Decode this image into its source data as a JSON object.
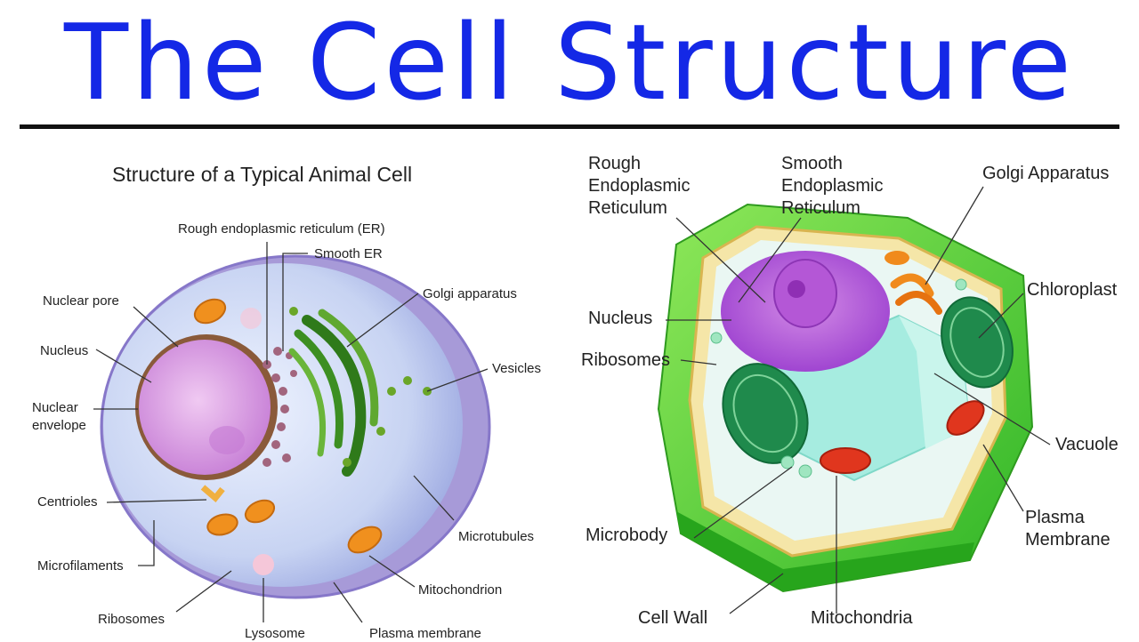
{
  "title": "The Cell Structure",
  "animal": {
    "heading": "Structure of a Typical Animal Cell",
    "labels": {
      "rough_er": "Rough endoplasmic reticulum (ER)",
      "smooth_er": "Smooth ER",
      "nuclear_pore": "Nuclear pore",
      "golgi": "Golgi apparatus",
      "nucleus": "Nucleus",
      "vesicles": "Vesicles",
      "nuclear_envelope_1": "Nuclear",
      "nuclear_envelope_2": "envelope",
      "centrioles": "Centrioles",
      "microtubules": "Microtubules",
      "microfilaments": "Microfilaments",
      "mitochondrion": "Mitochondrion",
      "ribosomes": "Ribosomes",
      "lysosome": "Lysosome",
      "plasma_membrane": "Plasma membrane"
    }
  },
  "plant": {
    "labels": {
      "rough_er_1": "Rough",
      "rough_er_2": "Endoplasmic",
      "rough_er_3": "Reticulum",
      "smooth_er_1": "Smooth",
      "smooth_er_2": "Endoplasmic",
      "smooth_er_3": "Reticulum",
      "golgi": "Golgi Apparatus",
      "chloroplast": "Chloroplast",
      "nucleus": "Nucleus",
      "ribosomes": "Ribosomes",
      "vacuole": "Vacuole",
      "plasma_membrane_1": "Plasma",
      "plasma_membrane_2": "Membrane",
      "microbody": "Microbody",
      "cell_wall": "Cell Wall",
      "mitochondria": "Mitochondria"
    }
  },
  "colors": {
    "title": "#1428e6",
    "cell_wall": "#5ad32a",
    "cytoplasm": "#c9d6f0",
    "nucleus": "#d9a3e6",
    "golgi": "#3a8a1e",
    "mitochondria": "#f08a1c"
  }
}
